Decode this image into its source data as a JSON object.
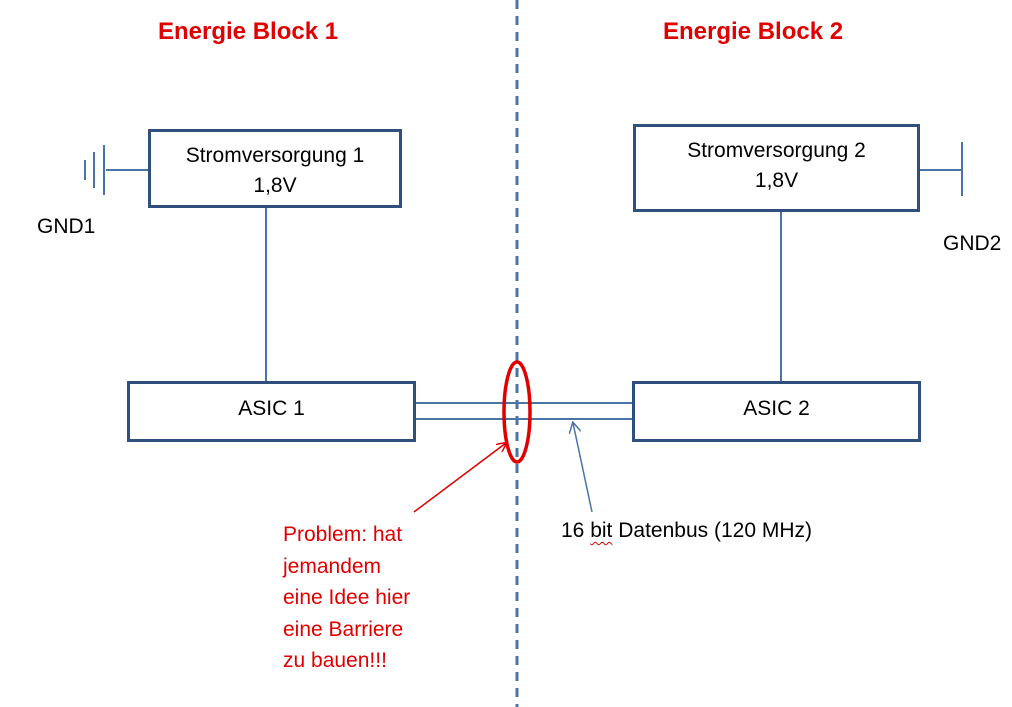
{
  "blocks": [
    {
      "title": "Energie Block 1"
    },
    {
      "title": "Energie Block 2"
    }
  ],
  "power_supplies": [
    {
      "name": "Stromversorgung 1",
      "voltage": "1,8V",
      "ground": "GND1"
    },
    {
      "name": "Stromversorgung 2",
      "voltage": "1,8V",
      "ground": "GND2"
    }
  ],
  "asics": [
    {
      "name": "ASIC 1"
    },
    {
      "name": "ASIC 2"
    }
  ],
  "bus": {
    "label_word1": "16",
    "label_word2": "bit",
    "label_rest": "Datenbus (120 MHz)"
  },
  "problem": {
    "lines": [
      "Problem: hat",
      "jemandem",
      "eine Idee hier",
      "eine Barriere",
      "zu bauen!!!"
    ]
  },
  "colors": {
    "title": "#e00000",
    "line": "#4a73a6",
    "box_border": "#2f4f7f",
    "problem": "#e00000",
    "ellipse": "#e00000"
  }
}
